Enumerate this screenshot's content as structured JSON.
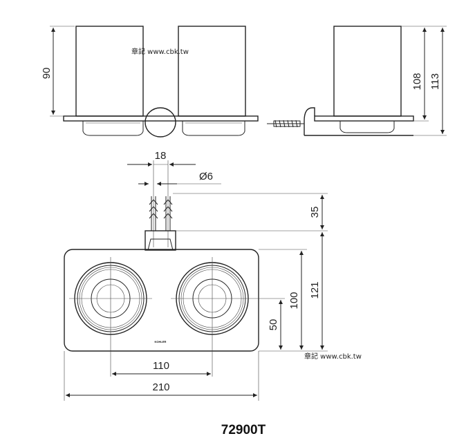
{
  "watermarks": {
    "top": "章記 www.cbk.tw",
    "bottom": "章記 www.cbk.tw"
  },
  "model_number": "72900T",
  "brand_mark": "KOHLER",
  "front_view": {
    "height_dim": "90"
  },
  "side_view": {
    "height_dim_inner": "108",
    "height_dim_outer": "113"
  },
  "top_view": {
    "anchor_spacing": "18",
    "anchor_diameter": "Ø6",
    "anchor_length": "35",
    "depth": "100",
    "total_depth": "121",
    "cup_center_depth": "50",
    "cup_center_spacing": "110",
    "width": "210"
  },
  "colors": {
    "line": "#222222",
    "background": "#ffffff"
  }
}
